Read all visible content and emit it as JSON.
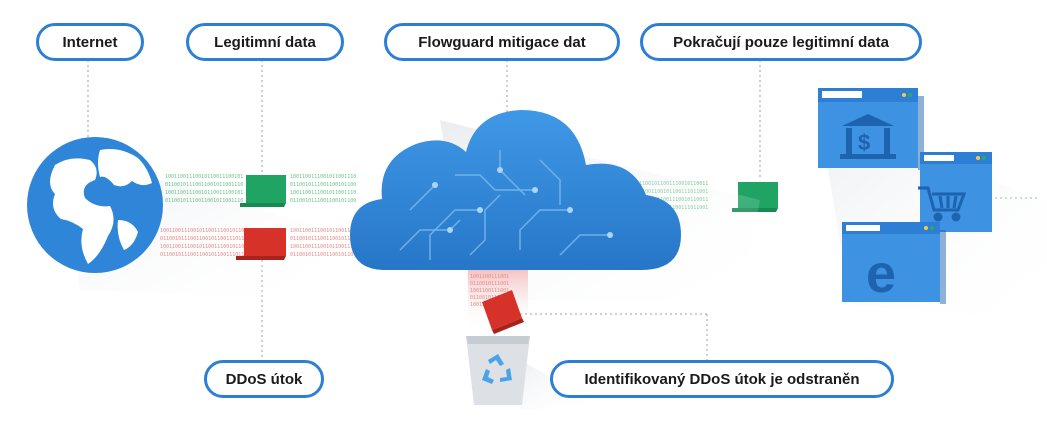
{
  "labels": {
    "internet": "Internet",
    "legit_data": "Legitimní data",
    "flowguard": "Flowguard mitigace dat",
    "only_legit": "Pokračují pouze legitimní data",
    "ddos": "DDoS útok",
    "ddos_removed": "Identifikovaný DDoS útok je odstraněn"
  },
  "binary_text": "100110011100101100111001011001011100110010110011",
  "colors": {
    "accent": "#2d7fd6",
    "cloud": "#2f86d9",
    "legit": "#1fa463",
    "attack": "#d7322a",
    "globe": "#2f86d9"
  },
  "icons": [
    "globe-icon",
    "cloud-icon",
    "bank-icon",
    "cart-icon",
    "ie-icon",
    "recycle-bin-icon"
  ]
}
